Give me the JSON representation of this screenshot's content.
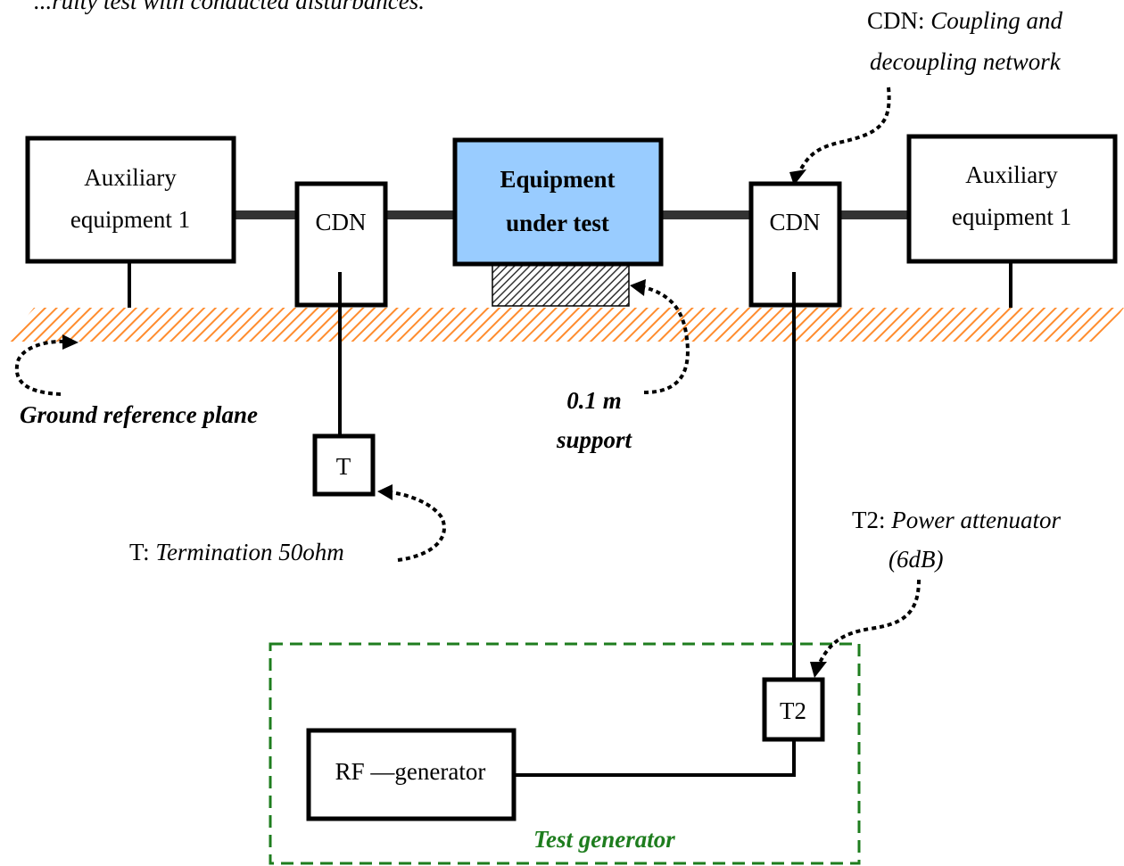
{
  "top_caption": "...ruity test with conducted disturbances.",
  "boxes": {
    "aux_left": [
      "Auxiliary",
      "equipment 1"
    ],
    "cdn_left": "CDN",
    "eut": [
      "Equipment",
      "under test"
    ],
    "cdn_right": "CDN",
    "aux_right": [
      "Auxiliary",
      "equipment 1"
    ],
    "termination": "T",
    "attenuator": "T2",
    "rf_generator": "RF —generator"
  },
  "annotations": {
    "cdn_note_prefix": "CDN: ",
    "cdn_note_line1": "Coupling and",
    "cdn_note_line2": "decoupling network",
    "ground_plane": "Ground reference plane",
    "support_line1": "0.1 m",
    "support_line2": "support",
    "termination_note_prefix": "T: ",
    "termination_note": "Termination 50ohm",
    "attenuator_note_prefix": "T2: ",
    "attenuator_note_line1": "Power attenuator",
    "attenuator_note_line2": "(6dB)",
    "test_generator": "Test generator"
  },
  "colors": {
    "eut_fill": "#99ccff",
    "ground_hatch": "#ff8c2e",
    "test_generator_border": "#1e7d1e",
    "cable": "#333333"
  }
}
